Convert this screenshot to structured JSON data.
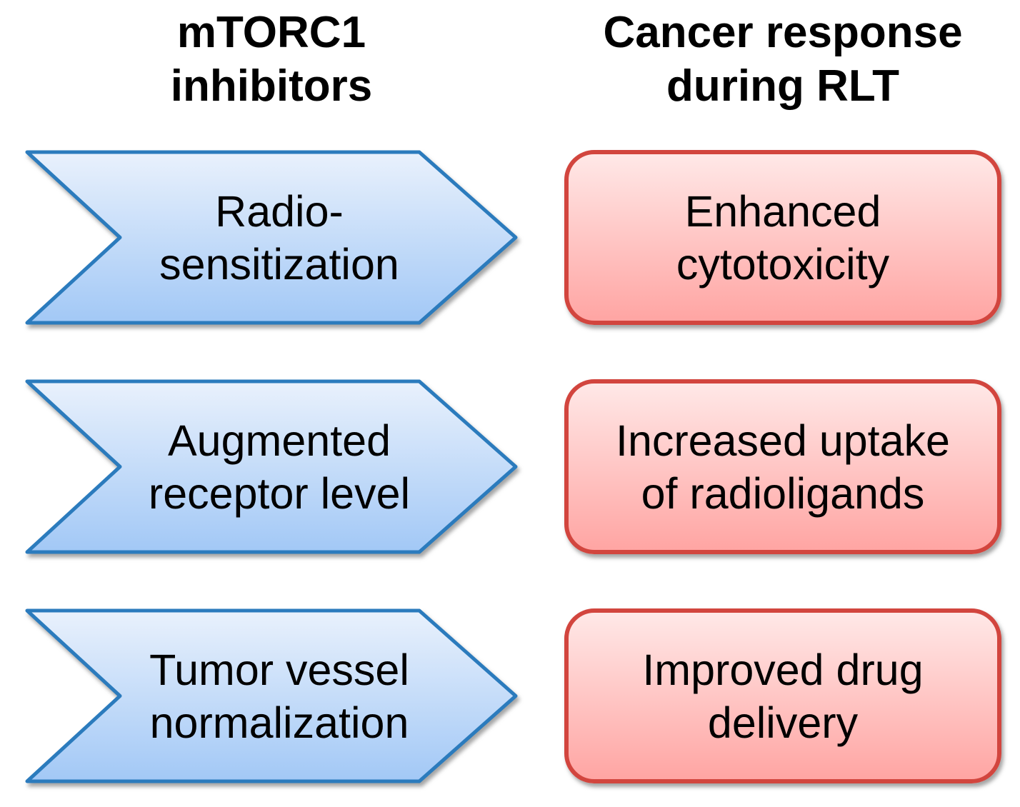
{
  "columns": {
    "left": {
      "header": "mTORC1 inhibitors",
      "header_lines": [
        "mTORC1",
        "inhibitors"
      ],
      "items": [
        {
          "text": "Radio-sensitization",
          "lines": [
            "Radio-",
            "sensitization"
          ]
        },
        {
          "text": "Augmented receptor level",
          "lines": [
            "Augmented",
            "receptor level"
          ]
        },
        {
          "text": "Tumor vessel normalization",
          "lines": [
            "Tumor vessel",
            "normalization"
          ]
        }
      ]
    },
    "right": {
      "header": "Cancer response during RLT",
      "header_lines": [
        "Cancer response",
        "during RLT"
      ],
      "items": [
        {
          "text": "Enhanced cytotoxicity",
          "lines": [
            "Enhanced",
            "cytotoxicity"
          ]
        },
        {
          "text": "Increased uptake of radioligands",
          "lines": [
            "Increased uptake",
            "of radioligands"
          ]
        },
        {
          "text": "Improved drug delivery",
          "lines": [
            "Improved drug",
            "delivery"
          ]
        }
      ]
    }
  },
  "colors": {
    "arrow_fill_top": "#e9f1fc",
    "arrow_fill_bottom": "#a2c8f6",
    "arrow_border": "#2b7bbd",
    "box_fill_top": "#ffe8e7",
    "box_fill_bottom": "#ffa5a3",
    "box_border": "#d2453e",
    "text": "#000000",
    "bg": "#ffffff"
  }
}
